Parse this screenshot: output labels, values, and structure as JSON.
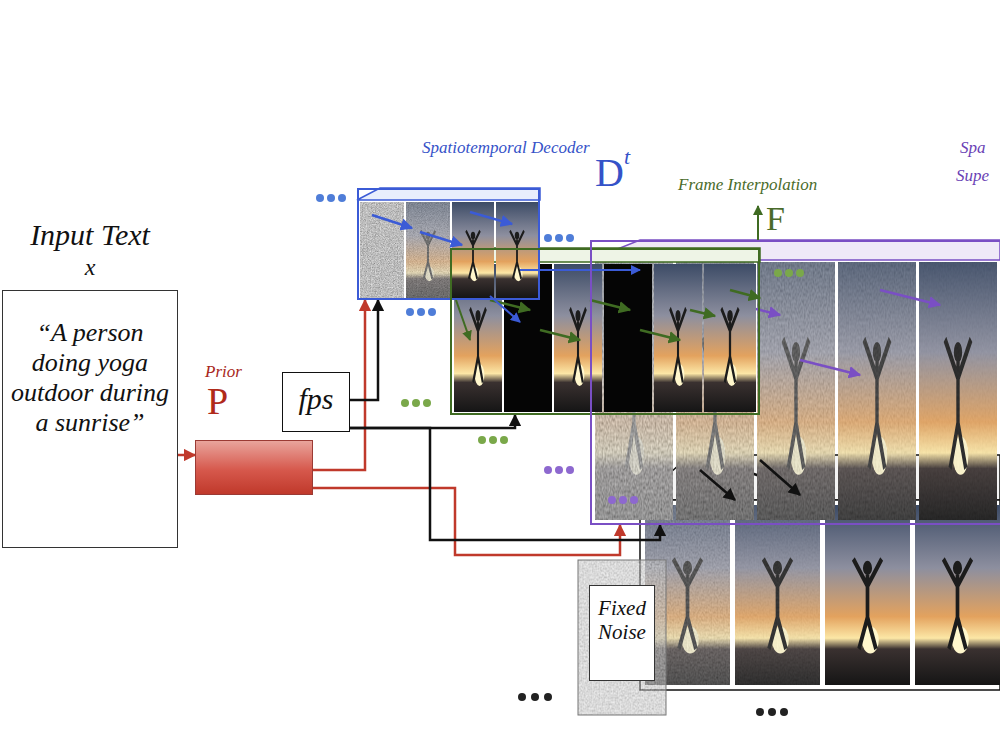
{
  "diagram": {
    "nodes": [
      {
        "text": [
          "Input Text",
          "x",
          "“A person doing yoga outdoor during a sunrise”"
        ]
      },
      {
        "text": [
          "Prior",
          "P"
        ]
      },
      {
        "text": [
          "fps"
        ]
      },
      {
        "text": [
          "Spatiotemporal Decoder",
          "D",
          "t"
        ]
      },
      {
        "text": [
          "Frame Interpolation",
          "F"
        ]
      },
      {
        "text": [
          "Spa",
          "Supe"
        ]
      },
      {
        "text": [
          "Fixed Noise"
        ]
      }
    ],
    "edges": [
      {
        "from": 0,
        "to": 1,
        "arrow": "to"
      },
      {
        "from": 1,
        "to": 3,
        "arrow": "to"
      },
      {
        "from": 1,
        "to": 5,
        "arrow": "to"
      },
      {
        "from": 2,
        "to": 3,
        "arrow": "to"
      },
      {
        "from": 2,
        "to": 4,
        "arrow": "to"
      },
      {
        "from": 2,
        "to": 5,
        "arrow": "to"
      }
    ]
  }
}
